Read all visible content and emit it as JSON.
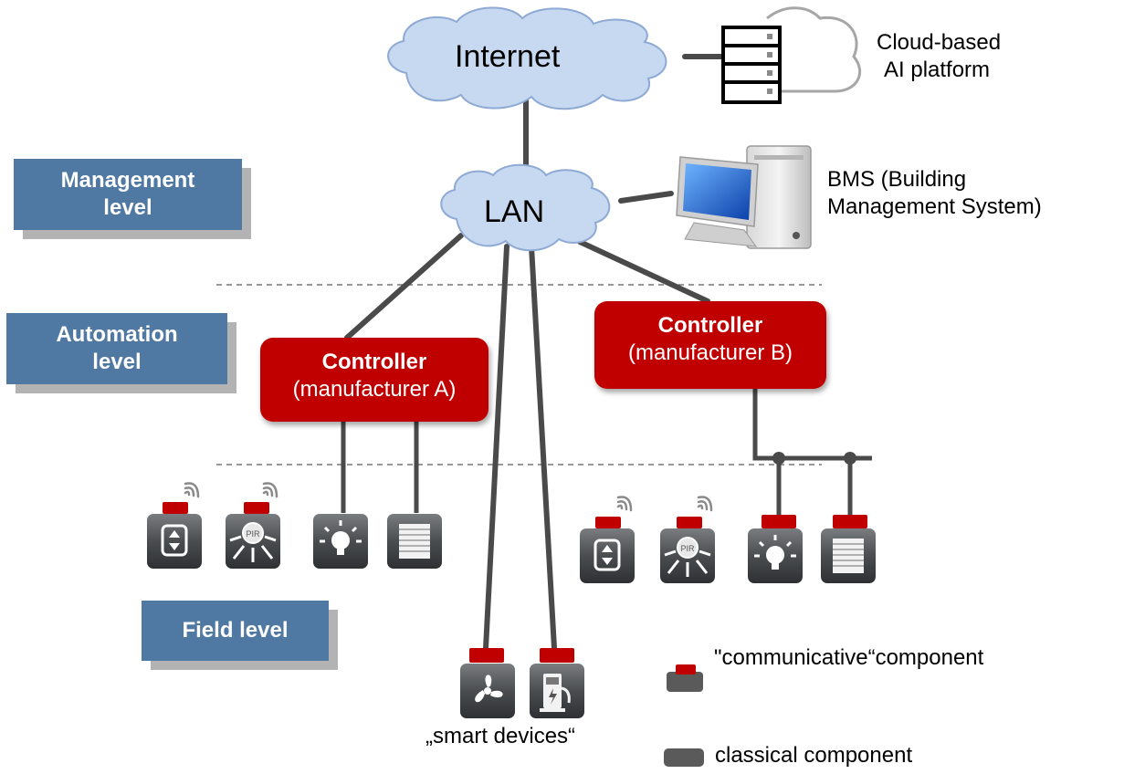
{
  "levels": {
    "management": [
      "Management",
      "level"
    ],
    "automation": [
      "Automation",
      "level"
    ],
    "field": "Field level"
  },
  "network": {
    "internet": "Internet",
    "lan": "LAN"
  },
  "cloud_platform": [
    "Cloud-based",
    "AI platform"
  ],
  "bms": [
    "BMS (Building",
    "Management System)"
  ],
  "controllers": {
    "a": {
      "title": "Controller",
      "subtitle": "(manufacturer A)"
    },
    "b": {
      "title": "Controller",
      "subtitle": "(manufacturer B)"
    }
  },
  "smart_devices_label": "„smart devices“",
  "legend": {
    "communicative": "\"communicative“component",
    "classical": "classical component"
  },
  "icons": {
    "pir_text": "PIR"
  },
  "colors": {
    "controller_red": "#c00000",
    "level_blue": "#4f78a3",
    "cloud_fill": "#c6d9f0",
    "device_dark": "#474a4d",
    "line_dark": "#4a4a4a"
  }
}
